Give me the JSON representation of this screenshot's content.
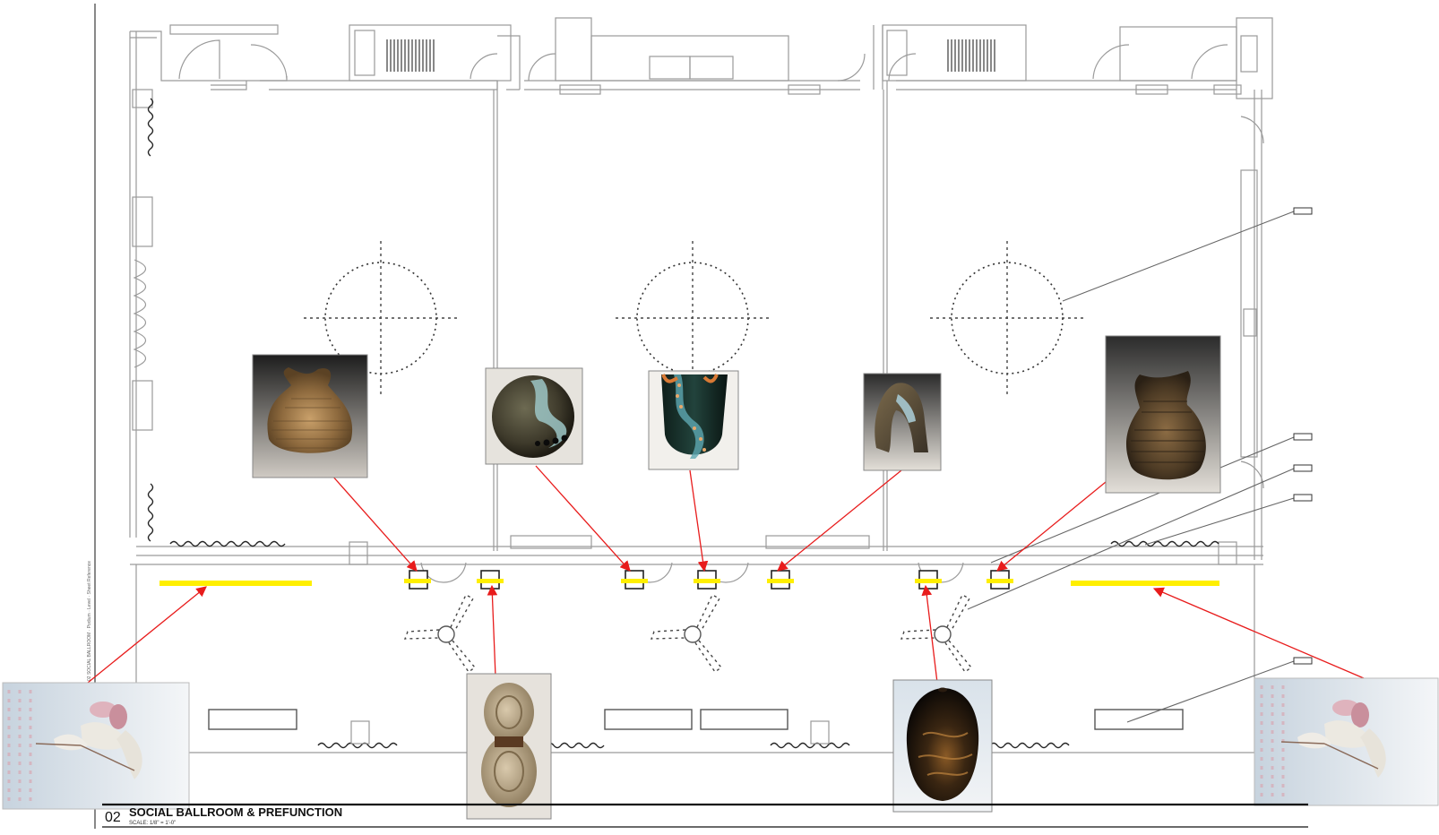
{
  "drawing": {
    "number": "02",
    "title": "SOCIAL BALLROOM & PREFUNCTION",
    "scale_note": "SCALE: 1/8\" = 1'-0\"",
    "side_note": "02 SOCIAL BALLROOM · Podium · Level · Sheet Reference"
  },
  "colors": {
    "arrow": "#e81c1c",
    "highlight": "#ffef00",
    "linework": "#9a9a9a"
  },
  "artworks": [
    {
      "id": "woven-basket-1",
      "kind": "woven fiber basket"
    },
    {
      "id": "painted-sphere",
      "kind": "ceramic sphere"
    },
    {
      "id": "painted-vessel",
      "kind": "ceramic vessel"
    },
    {
      "id": "folded-sculpture",
      "kind": "folded ceramic form"
    },
    {
      "id": "woven-basket-2",
      "kind": "woven fiber basket"
    },
    {
      "id": "stacked-forms",
      "kind": "stacked ceramic forms"
    },
    {
      "id": "dark-vessel",
      "kind": "carved dark vessel"
    },
    {
      "id": "floral-wall-left",
      "kind": "floral wall installation"
    },
    {
      "id": "floral-wall-right",
      "kind": "floral wall installation"
    }
  ]
}
